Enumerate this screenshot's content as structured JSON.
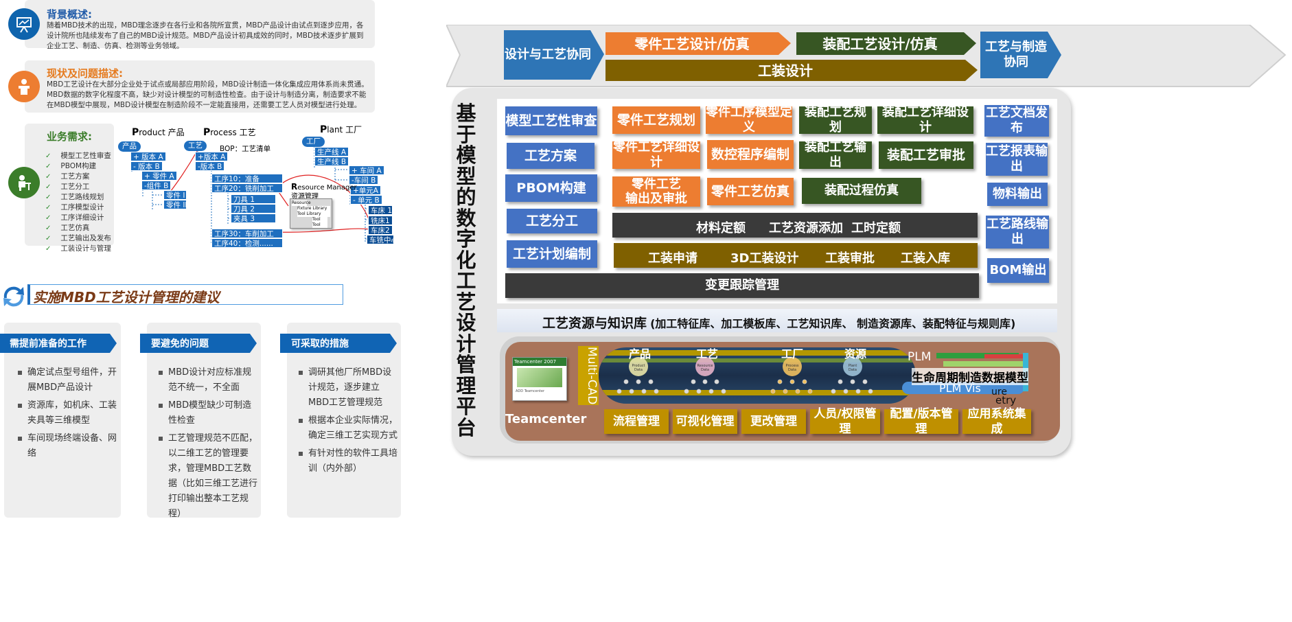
{
  "left": {
    "background": {
      "title": "背景概述:",
      "text": "随着MBD技术的出现，MBD理念逐步在各行业和各院所宣贯，MBD产品设计由试点到逐步应用，各设计院所也陆续发布了自己的MBD设计规范。MBD产品设计初具成效的同时，MBD技术逐步扩展到企业工艺、制造、仿真、检测等业务领域。"
    },
    "problem": {
      "title": "现状及问题描述:",
      "text": "MBD工艺设计在大部分企业处于试点或局部应用阶段，MBD设计制造一体化集成应用体系尚未贯通。MBD数据的数字化程度不高，缺少对设计模型的可制造性检查。由于设计与制造分离，制造要求不能在MBD模型中展现，MBD设计模型在制造阶段不一定能直接用，还需要工艺人员对模型进行处理。"
    },
    "needs": {
      "title": "业务需求:",
      "items": [
        "模型工艺性审查",
        "PBOM构建",
        "工艺方案",
        "工艺分工",
        "工艺路线规划",
        "工序模型设计",
        "工序详细设计",
        "工艺仿真",
        "工艺输出及发布",
        "工装设计与管理"
      ]
    },
    "ppp": {
      "product_head_first": "P",
      "product_head_rest": "roduct 产品",
      "process_head_first": "P",
      "process_head_rest": "rocess 工艺",
      "plant_head_first": "P",
      "plant_head_rest": "lant 工厂",
      "bop": "BOP：工艺清单",
      "product_nodes": [
        "产品",
        "版本 A",
        "版本 B",
        "零件 A",
        "组件 B",
        "零件 I",
        "零件 II"
      ],
      "process_nodes": [
        "工艺",
        "版本 A",
        "版本 B",
        "工序10：准备",
        "工序20：铣削加工",
        "刀具 1",
        "刀具 2",
        "夹具 3",
        "工序30：车削加工",
        "工序40：检测......"
      ],
      "plant_nodes": [
        "工厂",
        "生产线 A",
        "生产线 B",
        "车间 A",
        "车间 B",
        "单元A",
        "单元 B",
        "车床 1",
        "铣床1",
        "车床2",
        "车铣中心"
      ],
      "rm_first": "R",
      "rm_rest": "esource Manager",
      "rm_sub": "资源管理",
      "rm_window": [
        "Resource",
        "Fixture Library",
        "Tool Library",
        "Tool",
        "Tool"
      ]
    },
    "suggest_title": "实施MBD工艺设计管理的建议",
    "columns": [
      {
        "header": "需提前准备的工作",
        "items": [
          "确定试点型号组件，开展MBD产品设计",
          "资源库，如机床、工装夹具等三维模型",
          "车间现场终端设备、网络"
        ]
      },
      {
        "header": "要避免的问题",
        "items": [
          "MBD设计对应标准规范不统一，不全面",
          "MBD模型缺少可制造性检查",
          "工艺管理规范不匹配，以二维工艺的管理要求，管理MBD工艺数据（比如三维工艺进行打印输出整本工艺规程）"
        ]
      },
      {
        "header": "可采取的措施",
        "items": [
          "调研其他厂所MBD设计规范，逐步建立MBD工艺管理规范",
          "根据本企业实际情况，确定三维工艺实现方式",
          "有针对性的软件工具培训（内外部）"
        ]
      }
    ]
  },
  "right": {
    "banner": {
      "collab1": "设计与工艺协同",
      "part_sim": "零件工艺设计/仿真",
      "asm_sim": "装配工艺设计/仿真",
      "tooling_design": "工装设计",
      "collab2": "工艺与制造协同"
    },
    "vertical_title": "基于模型的数字化工艺设计管理平台",
    "left_col": [
      "模型工艺性审查",
      "工艺方案",
      "PBOM构建",
      "工艺分工",
      "工艺计划编制"
    ],
    "orange": [
      "零件工艺规划",
      "零件工序模型定义",
      "零件工艺详细设计",
      "数控程序编制",
      "零件工艺\n输出及审批",
      "零件工艺仿真"
    ],
    "green": [
      "装配工艺规划",
      "装配工艺详细设计",
      "装配工艺输出",
      "装配工艺审批",
      "装配过程仿真"
    ],
    "right_col": [
      "工艺文档发布",
      "工艺报表输出",
      "物料输出",
      "工艺路线输出",
      "BOM输出"
    ],
    "resource_bar": [
      "材料定额",
      "工艺资源添加",
      "工时定额"
    ],
    "tooling_bar": [
      "工装申请",
      "3D工装设计",
      "工装审批",
      "工装入库"
    ],
    "change_bar": "变更跟踪管理",
    "kb_title": "工艺资源与知识库",
    "kb_detail": "(加工特征库、加工模板库、工艺知识库、 制造资源库、装配特征与规则库)",
    "platform": {
      "multicad": "Multi-CAD",
      "teamcenter": "Teamcenter",
      "tc_box_title": "Teamcenter 2007",
      "tc_box_foot": "ADD Teamcenter",
      "cats": [
        "产品",
        "工艺",
        "工厂",
        "资源"
      ],
      "sphere_labels": [
        "Product Data",
        "Resource Data",
        "Process Data",
        "Plant Data"
      ],
      "plm": "PLM",
      "lifecycle": "生命周期制造数据模型",
      "plmvis": "PLM Vis",
      "frag1": "ure",
      "frag2": "etry",
      "bottom": [
        "流程管理",
        "可视化管理",
        "更改管理",
        "人员/权限管理",
        "配置/版本管理",
        "应用系统集成"
      ]
    }
  }
}
